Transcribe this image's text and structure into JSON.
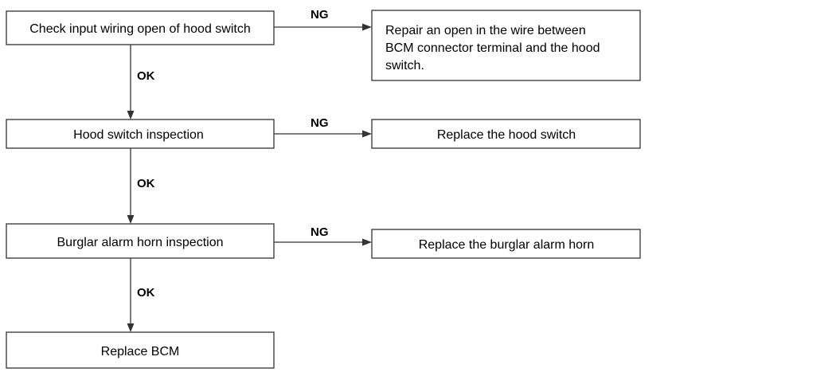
{
  "diagram": {
    "steps": [
      {
        "id": "s1",
        "label": "Check input wiring open of hood switch"
      },
      {
        "id": "s2",
        "label": "Hood switch inspection"
      },
      {
        "id": "s3",
        "label": "Burglar alarm horn inspection"
      },
      {
        "id": "s4",
        "label": "Replace BCM"
      }
    ],
    "actions": [
      {
        "id": "a1",
        "lines": [
          "Repair an open in the wire between",
          "BCM connector terminal and the hood",
          "switch."
        ]
      },
      {
        "id": "a2",
        "lines": [
          "Replace the hood switch"
        ]
      },
      {
        "id": "a3",
        "lines": [
          "Replace the burglar alarm horn"
        ]
      }
    ],
    "edges": [
      {
        "from": "s1",
        "to": "s2",
        "label": "OK"
      },
      {
        "from": "s2",
        "to": "s3",
        "label": "OK"
      },
      {
        "from": "s3",
        "to": "s4",
        "label": "OK"
      },
      {
        "from": "s1",
        "to": "a1",
        "label": "NG"
      },
      {
        "from": "s2",
        "to": "a2",
        "label": "NG"
      },
      {
        "from": "s3",
        "to": "a3",
        "label": "NG"
      }
    ],
    "colors": {
      "line": "#333333",
      "box_fill": "#ffffff",
      "text": "#000000"
    }
  }
}
